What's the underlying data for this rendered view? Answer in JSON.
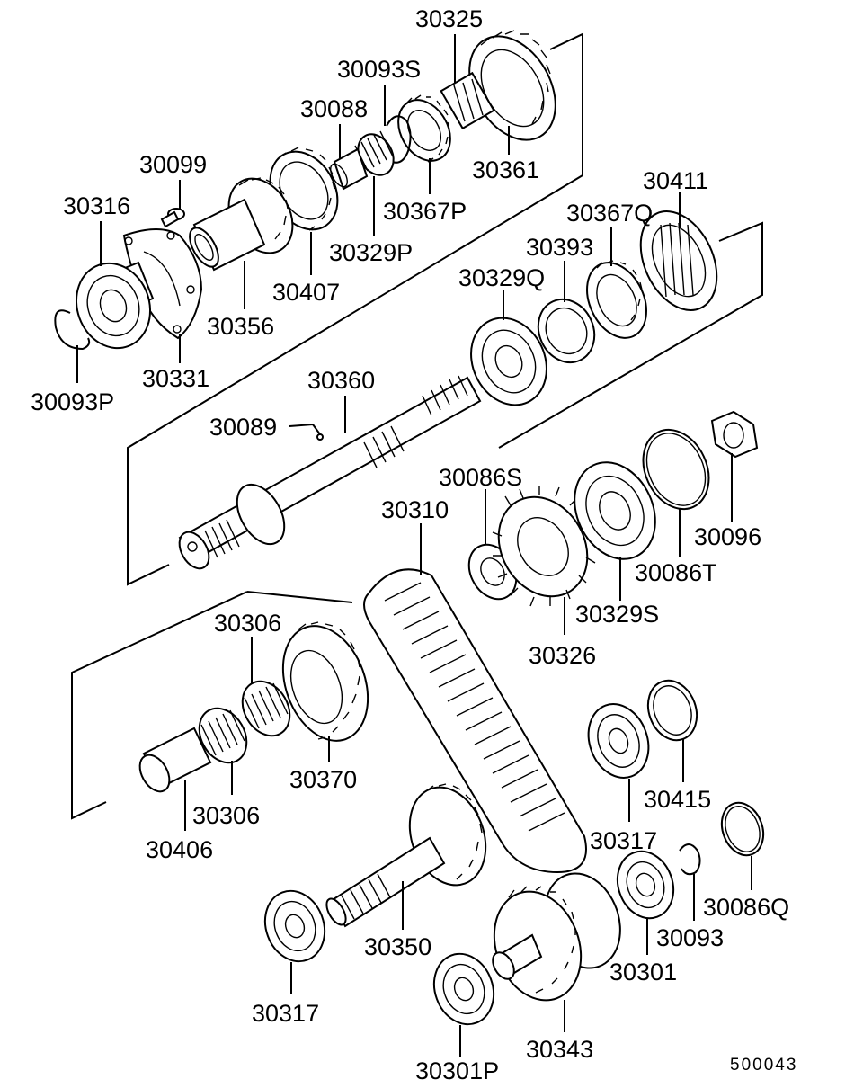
{
  "diagram": {
    "drawing_code": "500043",
    "parts": [
      {
        "id": "p30325",
        "label": "30325"
      },
      {
        "id": "p30093S",
        "label": "30093S"
      },
      {
        "id": "p30088",
        "label": "30088"
      },
      {
        "id": "p30099",
        "label": "30099"
      },
      {
        "id": "p30316",
        "label": "30316"
      },
      {
        "id": "p30361",
        "label": "30361"
      },
      {
        "id": "p30367P",
        "label": "30367P"
      },
      {
        "id": "p30329P",
        "label": "30329P"
      },
      {
        "id": "p30411",
        "label": "30411"
      },
      {
        "id": "p30367Q",
        "label": "30367Q"
      },
      {
        "id": "p30393",
        "label": "30393"
      },
      {
        "id": "p30329Q",
        "label": "30329Q"
      },
      {
        "id": "p30407",
        "label": "30407"
      },
      {
        "id": "p30356",
        "label": "30356"
      },
      {
        "id": "p30331",
        "label": "30331"
      },
      {
        "id": "p30093P",
        "label": "30093P"
      },
      {
        "id": "p30360",
        "label": "30360"
      },
      {
        "id": "p30089",
        "label": "30089"
      },
      {
        "id": "p30086S",
        "label": "30086S"
      },
      {
        "id": "p30310",
        "label": "30310"
      },
      {
        "id": "p30096",
        "label": "30096"
      },
      {
        "id": "p30086T",
        "label": "30086T"
      },
      {
        "id": "p30329S",
        "label": "30329S"
      },
      {
        "id": "p30326",
        "label": "30326"
      },
      {
        "id": "p30306a",
        "label": "30306"
      },
      {
        "id": "p30306b",
        "label": "30306"
      },
      {
        "id": "p30370",
        "label": "30370"
      },
      {
        "id": "p30406",
        "label": "30406"
      },
      {
        "id": "p30415",
        "label": "30415"
      },
      {
        "id": "p30317a",
        "label": "30317"
      },
      {
        "id": "p30086Q",
        "label": "30086Q"
      },
      {
        "id": "p30093",
        "label": "30093"
      },
      {
        "id": "p30350",
        "label": "30350"
      },
      {
        "id": "p30301",
        "label": "30301"
      },
      {
        "id": "p30317b",
        "label": "30317"
      },
      {
        "id": "p30343",
        "label": "30343"
      },
      {
        "id": "p30301P",
        "label": "30301P"
      }
    ]
  }
}
